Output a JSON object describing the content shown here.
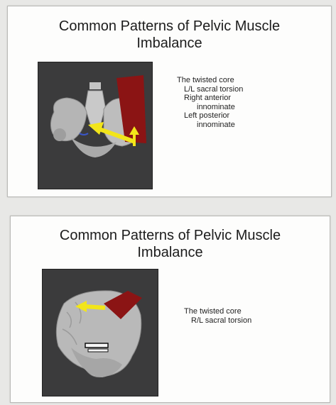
{
  "slides": [
    {
      "title_line1": "Common Patterns of Pelvic Muscle",
      "title_line2": "Imbalance",
      "notes": {
        "heading": "The twisted core",
        "item1": "L/L sacral torsion",
        "item2_line1": "Right anterior",
        "item2_line2": "innominate",
        "item3_line1": "Left posterior",
        "item3_line2": "innominate"
      }
    },
    {
      "title_line1": "Common Patterns of Pelvic Muscle",
      "title_line2": "Imbalance",
      "notes": {
        "heading": "The twisted core",
        "item1": "R/L sacral torsion"
      }
    }
  ],
  "colors": {
    "page_bg": "#e8e8e6",
    "slide_bg": "#fdfdfc",
    "panel_bg": "#3b3b3c",
    "bone": "#b8b8b8",
    "muscle": "#8b1414",
    "arrow": "#f2e51a"
  }
}
